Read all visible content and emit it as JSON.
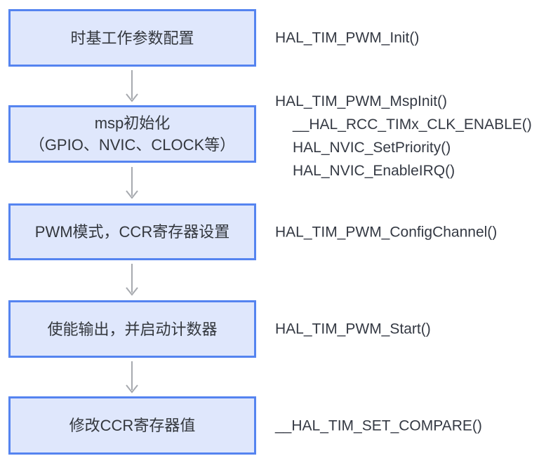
{
  "diagram_title": "STM32 HAL TIM PWM configuration flowchart",
  "colors": {
    "background": "#ffffff",
    "box_fill": "#dfe7fc",
    "box_border": "#5584f0",
    "box_text": "#33373d",
    "function_text": "#343943",
    "arrow": "#a7aaaf"
  },
  "steps": [
    {
      "box_lines": [
        "时基工作参数配置"
      ],
      "functions": [
        "HAL_TIM_PWM_Init()"
      ]
    },
    {
      "box_lines": [
        "msp初始化",
        "（GPIO、NVIC、CLOCK等）"
      ],
      "functions": [
        "HAL_TIM_PWM_MspInit()",
        "__HAL_RCC_TIMx_CLK_ENABLE()",
        "HAL_NVIC_SetPriority()",
        "HAL_NVIC_EnableIRQ()"
      ]
    },
    {
      "box_lines": [
        "PWM模式，CCR寄存器设置"
      ],
      "functions": [
        "HAL_TIM_PWM_ConfigChannel()"
      ]
    },
    {
      "box_lines": [
        "使能输出，并启动计数器"
      ],
      "functions": [
        "HAL_TIM_PWM_Start()"
      ]
    },
    {
      "box_lines": [
        "修改CCR寄存器值"
      ],
      "functions": [
        "__HAL_TIM_SET_COMPARE()"
      ]
    }
  ]
}
